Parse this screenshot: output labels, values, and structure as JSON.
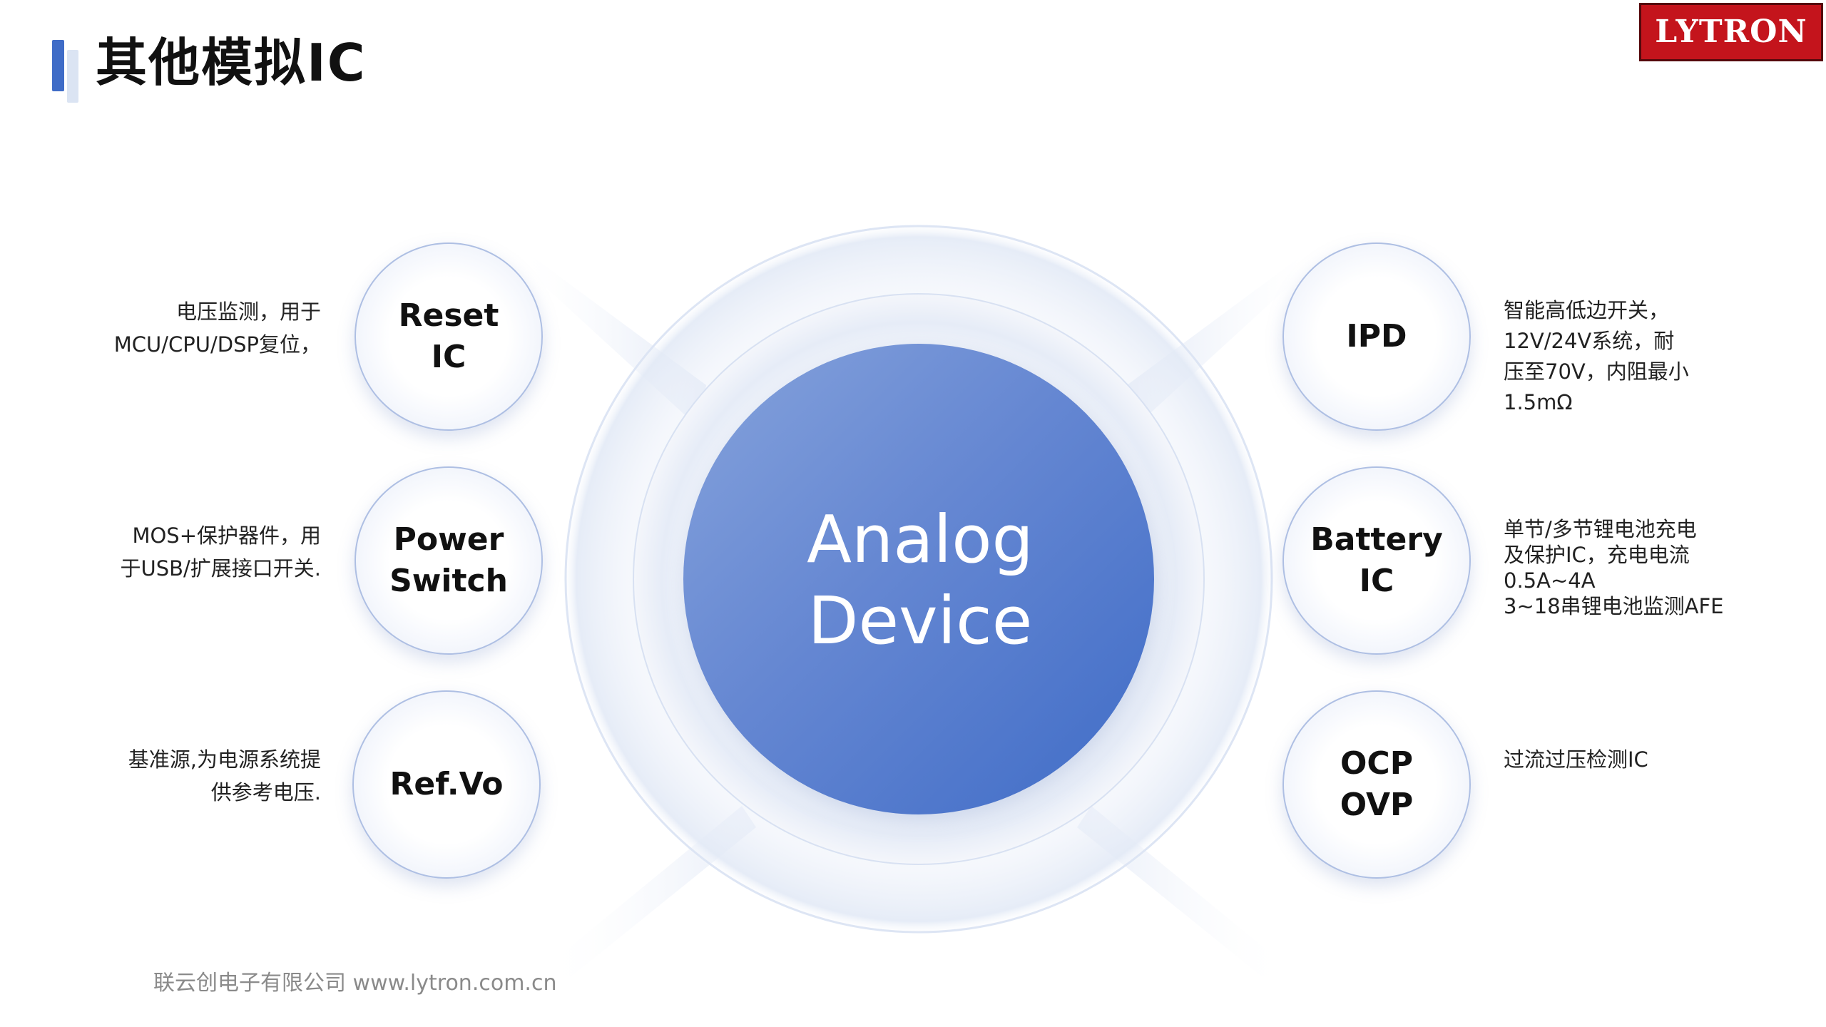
{
  "title": "其他模拟IC",
  "logo": {
    "text": "LYTRON",
    "bg_color": "#c4141c"
  },
  "center": {
    "line1": "Analog",
    "line2": "Device",
    "color": "#4f78cc"
  },
  "nodes": [
    {
      "label": "Reset\nIC",
      "description": "电压监测，用于\nMCU/CPU/DSP复位，",
      "side": "left"
    },
    {
      "label": "Power\nSwitch",
      "description": "MOS+保护器件，用\n于USB/扩展接口开关.",
      "side": "left"
    },
    {
      "label": "Ref.Vo",
      "description": "基准源,为电源系统提\n供参考电压.",
      "side": "left"
    },
    {
      "label": "IPD",
      "description": "智能高低边开关，\n12V/24V系统，耐\n压至70V，内阻最小\n1.5mΩ",
      "side": "right"
    },
    {
      "label": "Battery\nIC",
      "description": "单节/多节锂电池充电\n及保护IC，充电电流\n0.5A~4A\n3~18串锂电池监测AFE",
      "side": "right"
    },
    {
      "label": "OCP\nOVP",
      "description": "过流过压检测IC",
      "side": "right"
    }
  ],
  "footer": "联云创电子有限公司 www.lytron.com.cn"
}
